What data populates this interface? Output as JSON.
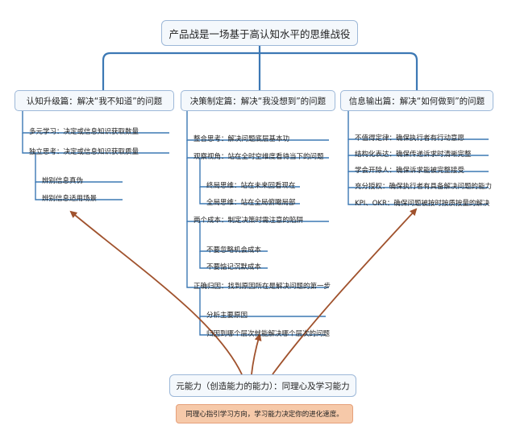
{
  "root": {
    "title": "产品战是一场基于高认知水平的思维战役"
  },
  "branches": [
    {
      "title": "认知升级篇：解决“我不知道”的问题",
      "items": [
        {
          "label": "多元学习：决定或信息知识获取数量"
        },
        {
          "label": "独立思考：决定或信息知识获取质量",
          "children": [
            "辨别信息真伪",
            "辨别信息适用场景"
          ]
        }
      ]
    },
    {
      "title": "决策制定篇：解决“我没想到”的问题",
      "items": [
        {
          "label": "整合思考：解决问题底层基本功"
        },
        {
          "label": "观察视角：站在全时空维度看待当下的问题",
          "children": [
            "终局思维：站在未来回看现在",
            "全局思维：站在全局俯瞰局部"
          ]
        },
        {
          "label": "两个成本：制定决策时需注意的陷阱",
          "children": [
            "不要忽略机会成本",
            "不要惦记沉默成本"
          ]
        },
        {
          "label": "正确归因：找到原因所在是解决问题的第一步",
          "children": [
            "分析主要原因",
            "归因到哪个层次就能解决哪个层次的问题"
          ]
        }
      ]
    },
    {
      "title": "信息输出篇：解决“如何做到”的问题",
      "items": [
        {
          "label": "不值得定律：确保执行者有行动意愿"
        },
        {
          "label": "结构化表达：确保传递诉求时清晰完整"
        },
        {
          "label": "学会开除人：确保诉求能被完整接受"
        },
        {
          "label": "充分授权：确保执行者有具备解决问题的能力"
        },
        {
          "label": "KPI、OKR：确保问题被按时按质按量的解决"
        }
      ]
    }
  ],
  "meta": {
    "title": "元能力（创造能力的能力）：同理心及学习能力"
  },
  "note": {
    "text": "同理心指引学习方向，学习能力决定你的进化速度。"
  },
  "colors": {
    "box_fill": "#f4f8fc",
    "box_border": "#9db8d8",
    "connector": "#3c78b4",
    "arrow": "#a0522d",
    "note_fill": "#f6c9a9"
  }
}
